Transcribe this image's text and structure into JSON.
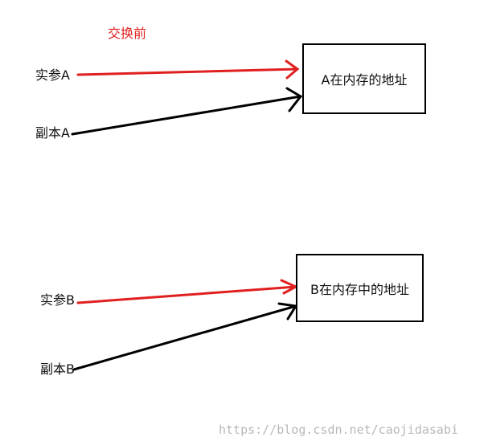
{
  "title": "交换前",
  "colors": {
    "accent": "#e02020",
    "ink": "#000000",
    "watermark": "#b8b8b8"
  },
  "labels": {
    "arg_a": "实参A",
    "copy_a": "副本A",
    "arg_b": "实参B",
    "copy_b": "副本B"
  },
  "boxes": {
    "a": "A在内存的地址",
    "b": "B在内存中的地址"
  },
  "watermark": "https://blog.csdn.net/caojidasabi"
}
